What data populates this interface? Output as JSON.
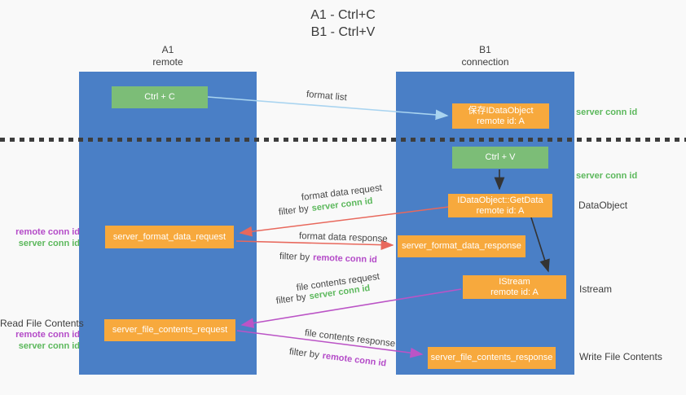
{
  "title": {
    "line1": "A1 - Ctrl+C",
    "line2": "B1 - Ctrl+V"
  },
  "lifelines": {
    "a1": {
      "name": "A1",
      "subtitle": "remote"
    },
    "b1": {
      "name": "B1",
      "subtitle": "connection"
    }
  },
  "nodes": {
    "ctrl_c": {
      "label": "Ctrl + C"
    },
    "save_idataobject": {
      "line1": "保存IDataObject",
      "line2": "remote id: A"
    },
    "ctrl_v": {
      "label": "Ctrl + V"
    },
    "getdata": {
      "line1": "IDataObject::GetData",
      "line2": "remote id: A"
    },
    "fmt_request": {
      "label": "server_format_data_request"
    },
    "fmt_response": {
      "label": "server_format_data_response"
    },
    "istream": {
      "line1": "IStream",
      "line2": "remote id: A"
    },
    "file_request": {
      "label": "server_file_contents_request"
    },
    "file_response": {
      "label": "server_file_contents_response"
    }
  },
  "annotations": {
    "server_conn_id": "server conn id",
    "remote_conn_id": "remote conn id",
    "dataobject_label": "DataObject",
    "istream_label": "Istream",
    "write_file_contents": "Write File Contents",
    "read_file_contents": "Read File Contents",
    "filter_by": "filter by"
  },
  "arrow_labels": {
    "format_list": "format list",
    "format_data_request": "format data request",
    "format_data_response": "format data response",
    "file_contents_request": "file contents request",
    "file_contents_response": "file contents response"
  },
  "colors": {
    "background": "#f9f9f9",
    "lifeline_blue": "#4a7fc6",
    "node_green": "#7cbd77",
    "node_orange": "#f7a93d",
    "conn_id_green": "#5cb85c",
    "conn_id_purple": "#b44bc8",
    "arrow_light_blue": "#a9d4f0",
    "arrow_red": "#e8685c",
    "arrow_magenta": "#bb54c6",
    "arrow_black": "#333333",
    "text_dark": "#3d3d3d"
  }
}
